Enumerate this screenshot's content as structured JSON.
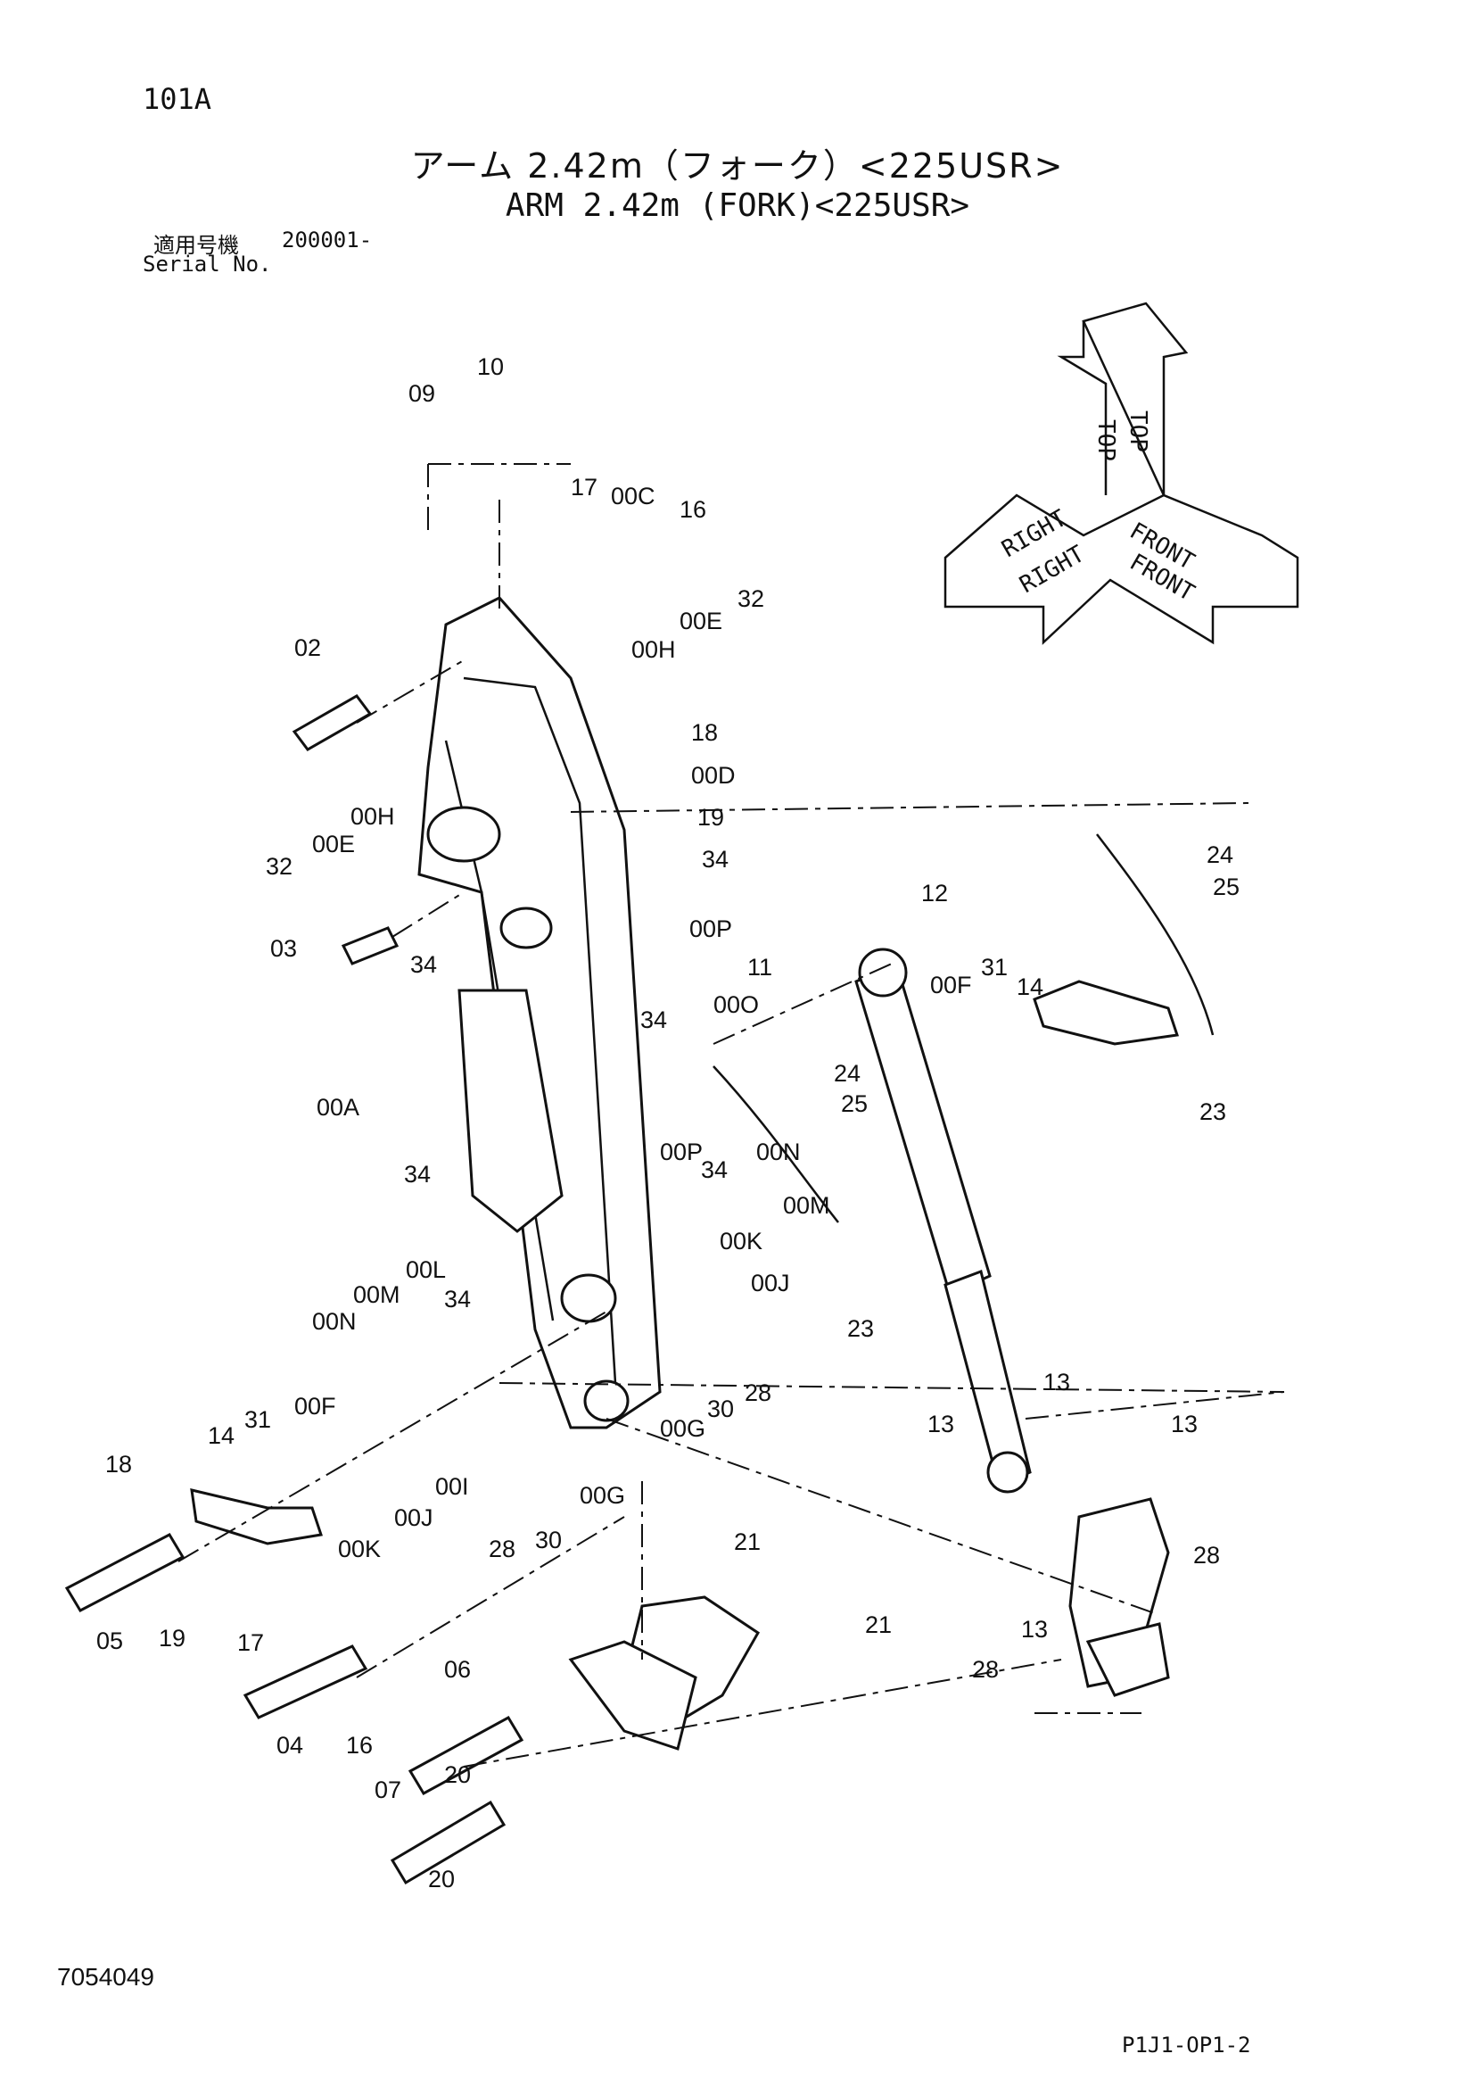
{
  "header": {
    "page_code": "101A",
    "title_jp": "アーム 2.42m（フォーク）<225USR>",
    "title_en": "ARM 2.42m (FORK)<225USR>",
    "serial_label_jp": "適用号機",
    "serial_value": "200001-",
    "serial_label_en": "Serial No."
  },
  "orientation_icon": {
    "labels": [
      "TOP",
      "TOP",
      "RIGHT",
      "RIGHT",
      "FRONT",
      "FRONT"
    ]
  },
  "callouts": [
    "09",
    "10",
    "17",
    "00C",
    "16",
    "32",
    "00E",
    "00H",
    "02",
    "18",
    "00D",
    "19",
    "34",
    "00H",
    "00E",
    "32",
    "03",
    "34",
    "00P",
    "00O",
    "12",
    "11",
    "00F",
    "31",
    "14",
    "24",
    "25",
    "24",
    "25",
    "23",
    "00A",
    "34",
    "00P",
    "00N",
    "34",
    "00M",
    "34",
    "00K",
    "00J",
    "00L",
    "00M",
    "00N",
    "34",
    "14",
    "31",
    "00F",
    "00I",
    "00J",
    "00K",
    "28",
    "30",
    "00G",
    "00G",
    "30",
    "28",
    "23",
    "13",
    "13",
    "13",
    "13",
    "28",
    "28",
    "18",
    "05",
    "19",
    "17",
    "04",
    "16",
    "21",
    "21",
    "06",
    "20",
    "07",
    "20"
  ],
  "footer": {
    "doc_number": "7054049",
    "page_ref": "P1J1-OP1-2"
  }
}
